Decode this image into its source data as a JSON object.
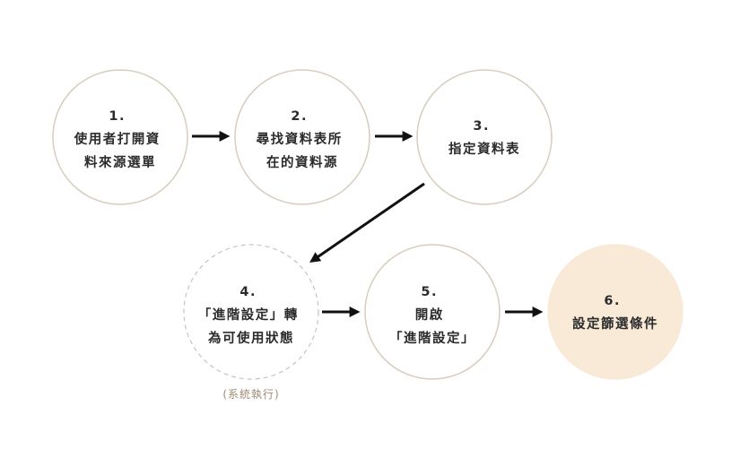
{
  "colors": {
    "circle_border": "#d7ccbe",
    "dashed_border": "#c9c4bd",
    "highlight_fill": "#f9ead7",
    "text": "#2b2b2b",
    "arrow": "#111111",
    "note": "#a08a73"
  },
  "steps": [
    {
      "number": "1.",
      "line1": "使用者打開資",
      "line2": "料來源選單"
    },
    {
      "number": "2.",
      "line1": "尋找資料表所",
      "line2": "在的資料源"
    },
    {
      "number": "3.",
      "line1": "指定資料表",
      "line2": ""
    },
    {
      "number": "4.",
      "line1": "「進階設定」轉",
      "line2": "為可使用狀態",
      "note": "(系統執行)"
    },
    {
      "number": "5.",
      "line1": "開啟",
      "line2": "「進階設定」"
    },
    {
      "number": "6.",
      "line1": "設定篩選條件",
      "line2": ""
    }
  ]
}
